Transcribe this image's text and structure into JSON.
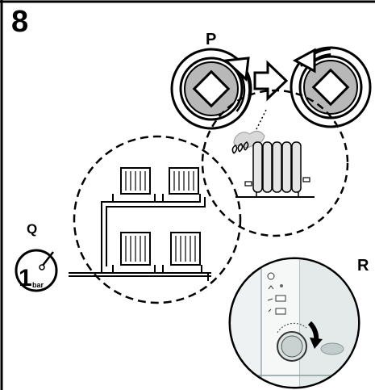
{
  "step_number": "8",
  "labels": {
    "p": "P",
    "q": "Q",
    "r": "R"
  },
  "gauge": {
    "value": "1",
    "unit": "bar"
  },
  "icons": [
    "rotate-arrow-icon",
    "valve-icon",
    "right-arrow-icon",
    "steam-icon",
    "radiator-icon",
    "pressure-gauge-icon",
    "boiler-control-knob-icon"
  ],
  "colors": {
    "line": "#000000",
    "valve_grey": "#b8b8b8",
    "panel_bg": "#e9eeee"
  }
}
